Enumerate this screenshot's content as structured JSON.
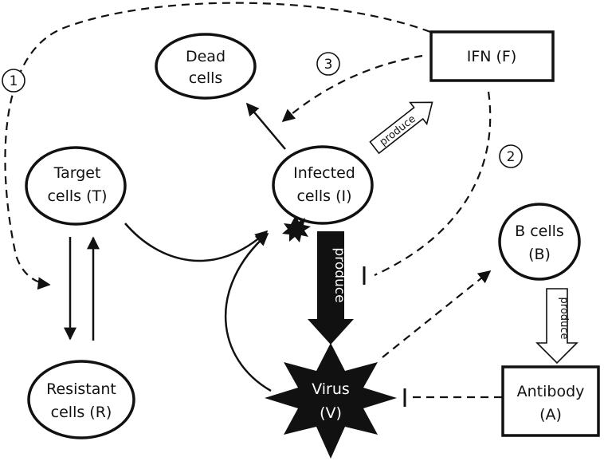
{
  "nodes": {
    "dead": {
      "line1": "Dead",
      "line2": "cells"
    },
    "ifn": {
      "label": "IFN (F)"
    },
    "target": {
      "line1": "Target",
      "line2": "cells (T)"
    },
    "infected": {
      "line1": "Infected",
      "line2": "cells (I)"
    },
    "bcells": {
      "line1": "B cells",
      "line2": "(B)"
    },
    "resistant": {
      "line1": "Resistant",
      "line2": "cells (R)"
    },
    "virus": {
      "line1": "Virus",
      "line2": "(V)"
    },
    "antibody": {
      "line1": "Antibody",
      "line2": "(A)"
    }
  },
  "pathway_numbers": {
    "one": "1",
    "two": "2",
    "three": "3"
  },
  "produce_labels": {
    "infected_to_ifn": "produce",
    "infected_to_virus": "produce",
    "bcells_to_antibody": "produce"
  }
}
